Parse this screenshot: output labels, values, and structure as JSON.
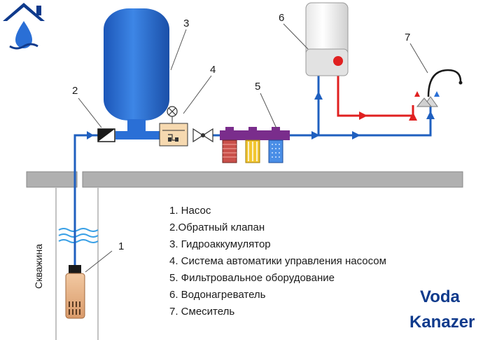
{
  "diagram": {
    "callout_numbers": [
      "1",
      "2",
      "3",
      "4",
      "5",
      "6",
      "7"
    ],
    "well_label": "Скважина",
    "legend": [
      "1. Насос",
      "2.Обратный клапан",
      "3. Гидроаккумулятор",
      "4. Система автоматики управления насосом",
      "5. Фильтровальное оборудование",
      "6. Водонагреватель",
      "7. Смеситель"
    ]
  },
  "logo": {
    "line1": "Voda",
    "line2": "Kanazer"
  },
  "colors": {
    "pipe": "#1f5fbf",
    "hot": "#e02020",
    "tank": "#2a6fd6",
    "ground": "#b0b0b0"
  }
}
